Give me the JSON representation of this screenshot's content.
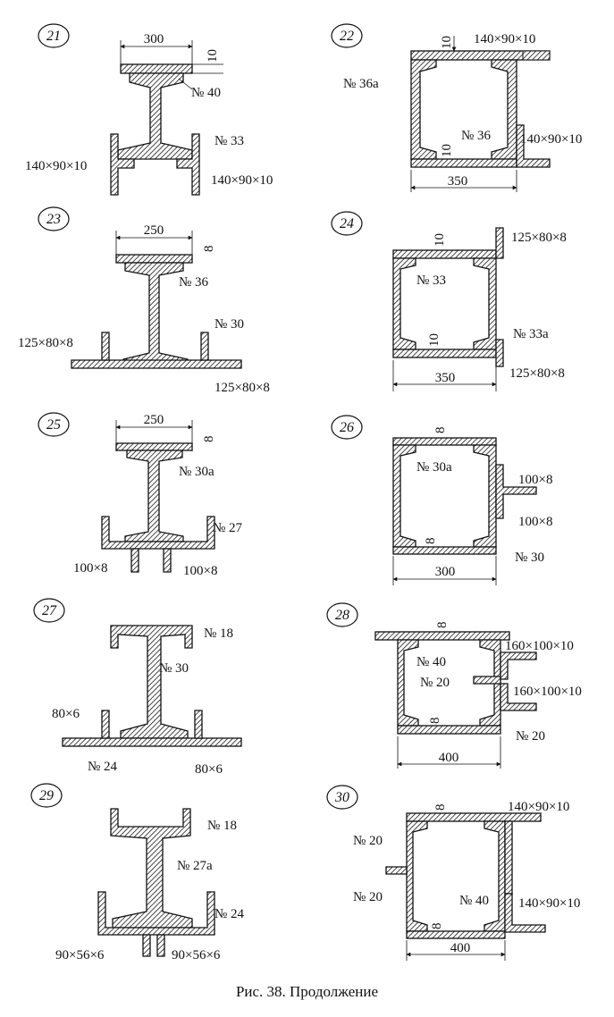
{
  "caption": "Рис. 38. Продолжение",
  "hatch_color": "#1a1a1a",
  "figures": [
    {
      "id": "21",
      "labels": [
        "300",
        "10",
        "№ 40",
        "№ 33",
        "140×90×10",
        "140×90×10"
      ]
    },
    {
      "id": "22",
      "labels": [
        "10",
        "140×90×10",
        "№ 36а",
        "№ 36",
        "10",
        "140×90×10",
        "350"
      ]
    },
    {
      "id": "23",
      "labels": [
        "250",
        "8",
        "№ 36",
        "№ 30",
        "125×80×8",
        "125×80×8"
      ]
    },
    {
      "id": "24",
      "labels": [
        "10",
        "125×80×8",
        "№ 33",
        "10",
        "№ 33а",
        "350",
        "125×80×8"
      ]
    },
    {
      "id": "25",
      "labels": [
        "250",
        "8",
        "№ 30а",
        "№ 27",
        "100×8",
        "100×8"
      ]
    },
    {
      "id": "26",
      "labels": [
        "8",
        "№ 30а",
        "100×8",
        "100×8",
        "8",
        "№ 30",
        "300"
      ]
    },
    {
      "id": "27",
      "labels": [
        "№ 18",
        "№ 30",
        "80×6",
        "№ 24",
        "80×6"
      ]
    },
    {
      "id": "28",
      "labels": [
        "8",
        "№ 40",
        "160×100×10",
        "№ 20",
        "160×100×10",
        "8",
        "№ 20",
        "400"
      ]
    },
    {
      "id": "29",
      "labels": [
        "№ 18",
        "№ 27а",
        "№ 24",
        "90×56×6",
        "90×56×6"
      ]
    },
    {
      "id": "30",
      "labels": [
        "8",
        "140×90×10",
        "№ 20",
        "№ 20",
        "№ 40",
        "140×90×10",
        "8",
        "400"
      ]
    }
  ]
}
